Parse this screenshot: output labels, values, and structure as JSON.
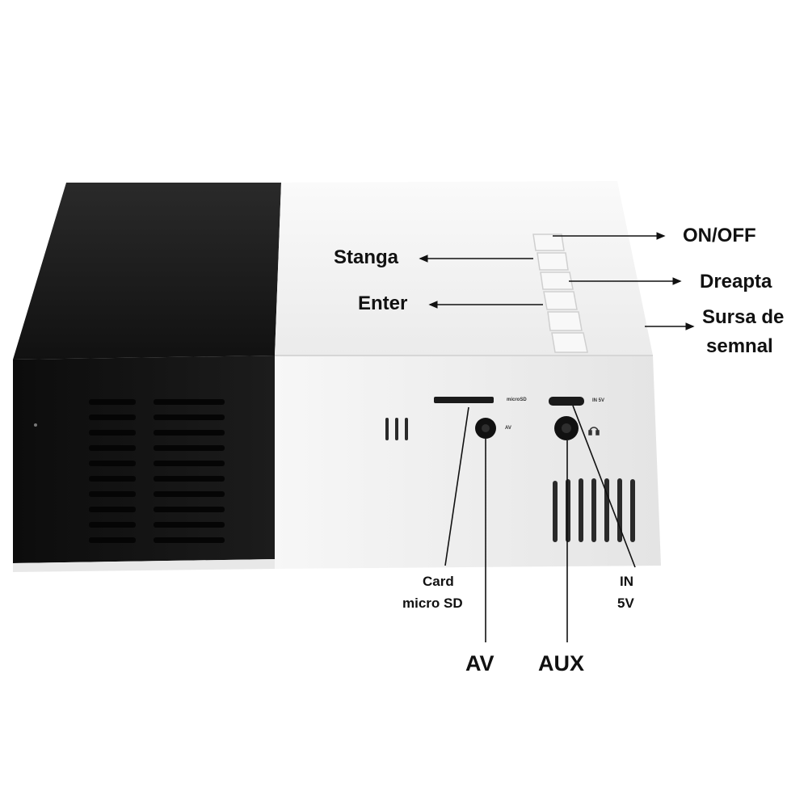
{
  "labels": {
    "on_off": "ON/OFF",
    "stanga": "Stanga",
    "dreapta": "Dreapta",
    "enter": "Enter",
    "sursa_line1": "Sursa de",
    "sursa_line2": "semnal",
    "card_line1": "Card",
    "card_line2": "micro SD",
    "in_line1": "IN",
    "in_line2": "5V",
    "av": "AV",
    "aux": "AUX"
  },
  "device_markings": {
    "microsd": "microSD",
    "in5v": "IN 5V",
    "av_port": "AV"
  },
  "colors": {
    "black_housing": "#161616",
    "white_housing": "#f4f4f4",
    "callout_line": "#111111"
  }
}
